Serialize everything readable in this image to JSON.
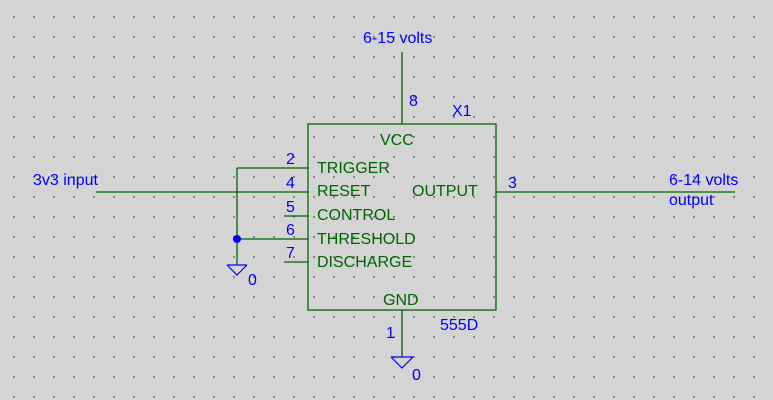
{
  "colors": {
    "wire": "#006400",
    "label": "#0000ff",
    "pin_name": "#006400",
    "background": "#d4d4d4"
  },
  "component": {
    "ref": "X1",
    "part": "555D",
    "vcc_label": "VCC",
    "gnd_label": "GND",
    "pins_left": [
      {
        "number": "2",
        "name": "TRIGGER"
      },
      {
        "number": "4",
        "name": "RESET"
      },
      {
        "number": "5",
        "name": "CONTROL"
      },
      {
        "number": "6",
        "name": "THRESHOLD"
      },
      {
        "number": "7",
        "name": "DISCHARGE"
      }
    ],
    "pin_output": {
      "number": "3",
      "name": "OUTPUT"
    },
    "pin_vcc_number": "8",
    "pin_gnd_number": "1"
  },
  "nets": {
    "supply": "6-15 volts",
    "input": "3v3 input",
    "output_line1": "6-14 volts",
    "output_line2": "output",
    "ground_left": "0",
    "ground_bottom": "0"
  }
}
